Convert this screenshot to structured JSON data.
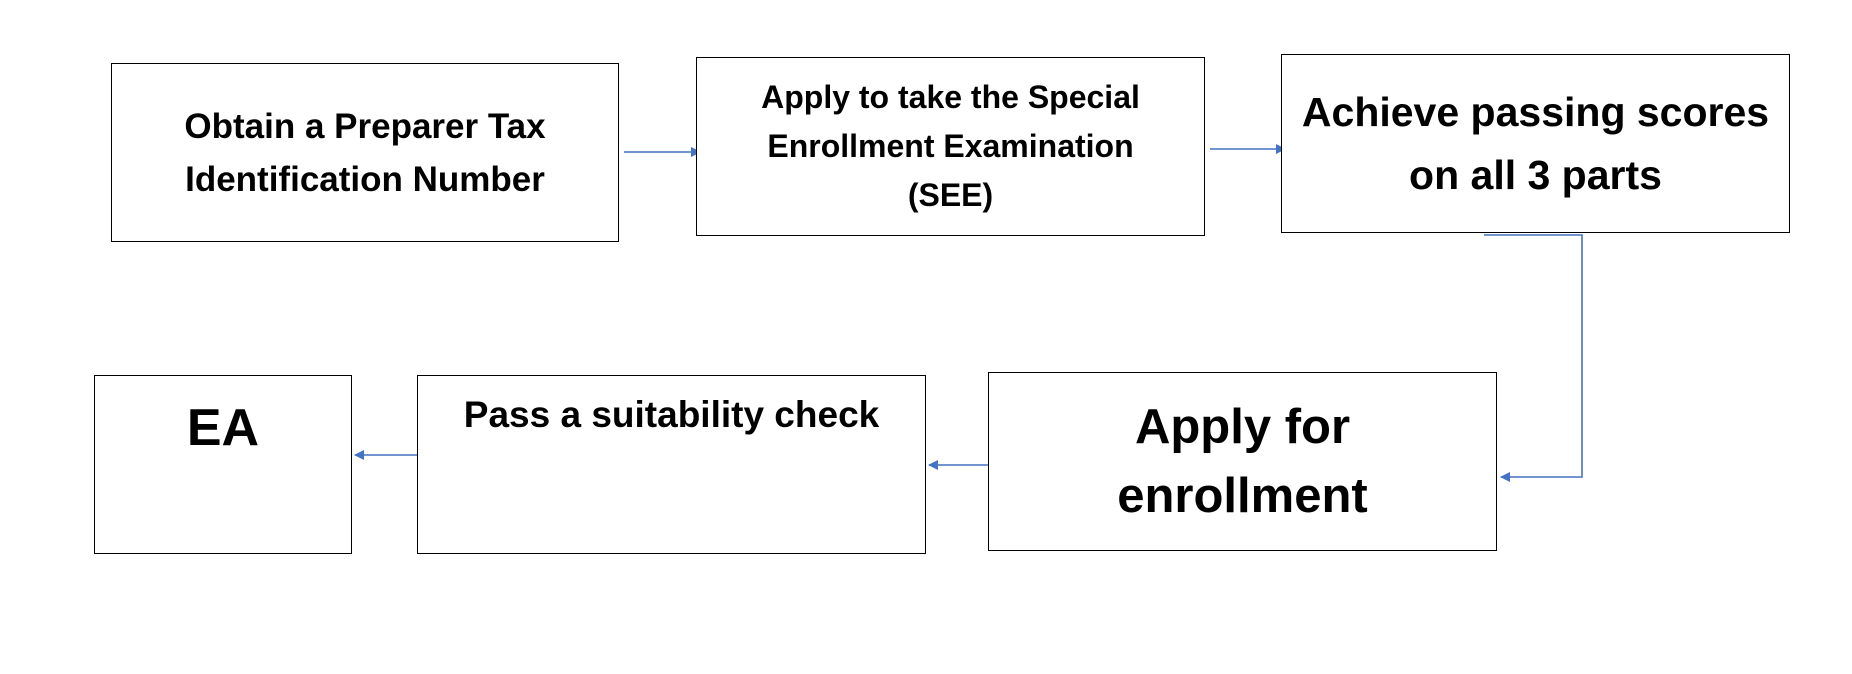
{
  "diagram": {
    "steps": [
      {
        "id": "step1",
        "label": "Obtain a Preparer Tax\nIdentification Number"
      },
      {
        "id": "step2",
        "label": "Apply to take the Special\nEnrollment Examination\n(SEE)"
      },
      {
        "id": "step3",
        "label": "Achieve passing scores\non all 3 parts"
      },
      {
        "id": "step4",
        "label": "Apply for\nenrollment"
      },
      {
        "id": "step5",
        "label": "Pass a suitability check"
      },
      {
        "id": "step6",
        "label": "EA"
      }
    ],
    "connectors": [
      {
        "from": "step1",
        "to": "step2"
      },
      {
        "from": "step2",
        "to": "step3"
      },
      {
        "from": "step3",
        "to": "step4"
      },
      {
        "from": "step4",
        "to": "step5"
      },
      {
        "from": "step5",
        "to": "step6"
      }
    ],
    "colors": {
      "arrow": "#4472c4",
      "box_border": "#000000",
      "text": "#000000",
      "background": "#ffffff"
    }
  }
}
